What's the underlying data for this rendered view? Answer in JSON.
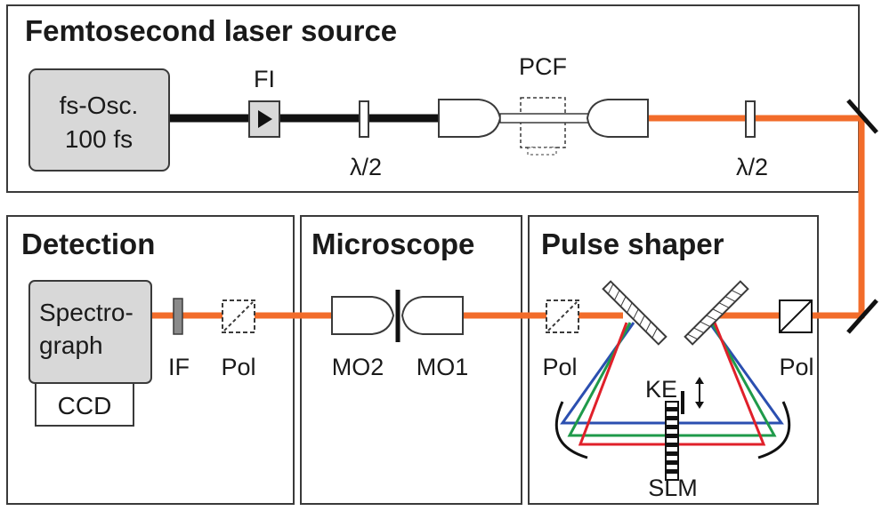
{
  "panels": {
    "laser_source": {
      "title": "Femtosecond laser source"
    },
    "detection": {
      "title": "Detection"
    },
    "microscope": {
      "title": "Microscope"
    },
    "pulse_shaper": {
      "title": "Pulse shaper"
    }
  },
  "components": {
    "oscillator": {
      "line1": "fs-Osc.",
      "line2": "100 fs"
    },
    "faraday_isolator": "FI",
    "waveplate_1": "λ/2",
    "pcf": "PCF",
    "waveplate_2": "λ/2",
    "spectrograph": {
      "line1": "Spectro-",
      "line2": "graph"
    },
    "ccd": "CCD",
    "interference_filter": "IF",
    "detection_polarizer": "Pol",
    "objective_2": "MO2",
    "objective_1": "MO1",
    "shaper_polarizer_out": "Pol",
    "shaper_polarizer_in": "Pol",
    "knife_edge": "KE",
    "slm": "SLM"
  },
  "colors": {
    "beam_broadband": "#f26c2a",
    "beam_pump": "#111111",
    "ray_blue": "#2b4fb0",
    "ray_green": "#1f9a4a",
    "ray_red": "#e0202a",
    "component_fill": "#d8d8d8",
    "frame": "#3a3a3a"
  }
}
